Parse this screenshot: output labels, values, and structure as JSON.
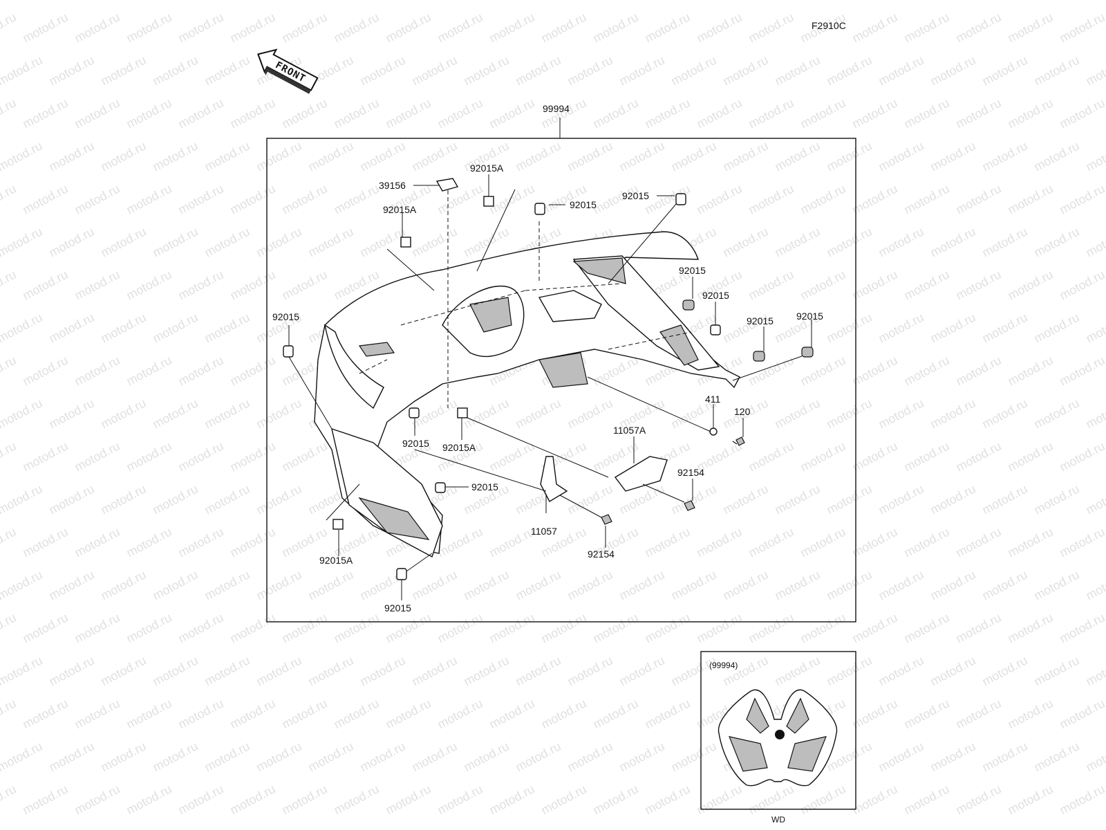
{
  "diagram": {
    "figure_code": "F2910C",
    "front_label": "FRONT",
    "assembly_number": "99994",
    "watermark": "motod.ru",
    "callouts": {
      "c39156": "39156",
      "c92015A_top": "92015A",
      "c92015A_left": "92015A",
      "c92015_top": "92015",
      "c92015_topright": "92015",
      "c92015_right1": "92015",
      "c92015_right2": "92015",
      "c92015_right3": "92015",
      "c92015_right4": "92015",
      "c92015_left": "92015",
      "c92015_mid": "92015",
      "c92015A_mid": "92015A",
      "c92015_lower": "92015",
      "c92015A_bottom": "92015A",
      "c92015_bottom": "92015",
      "c411": "411",
      "c120": "120",
      "c11057A": "11057A",
      "c92154_right": "92154",
      "c11057": "11057",
      "c92154_bottom": "92154"
    },
    "inset": {
      "ref": "(99994)",
      "caption": "WD"
    }
  }
}
